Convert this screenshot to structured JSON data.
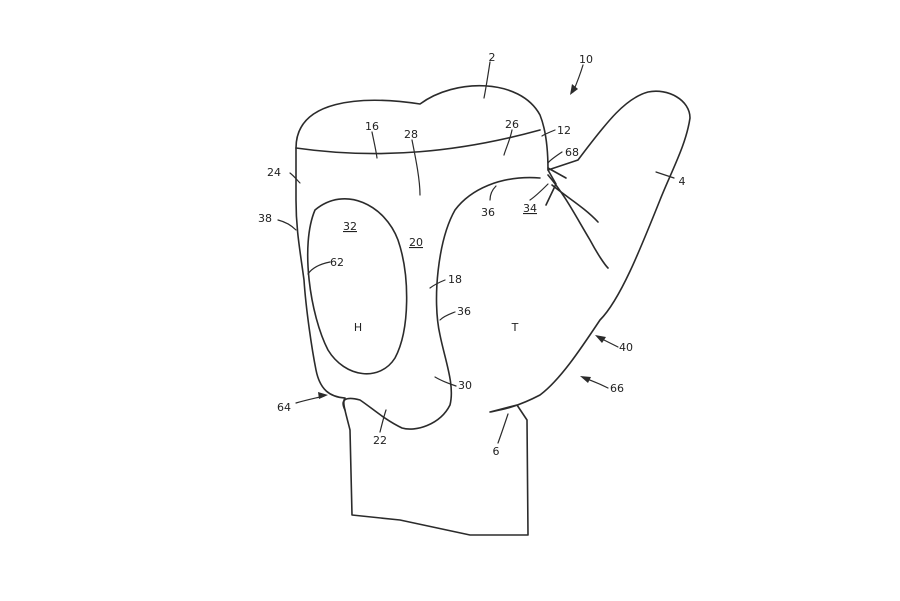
{
  "figure": {
    "labels": {
      "l2": "2",
      "l10": "10",
      "l16": "16",
      "l28": "28",
      "l26": "26",
      "l12": "12",
      "l68": "68",
      "l4": "4",
      "l24": "24",
      "l36a": "36",
      "l34": "34",
      "l38": "38",
      "l32": "32",
      "l20": "20",
      "l62": "62",
      "l18": "18",
      "l36b": "36",
      "lH": "H",
      "lT": "T",
      "l40": "40",
      "l30": "30",
      "l66": "66",
      "l64": "64",
      "l22": "22",
      "l6": "6"
    }
  }
}
